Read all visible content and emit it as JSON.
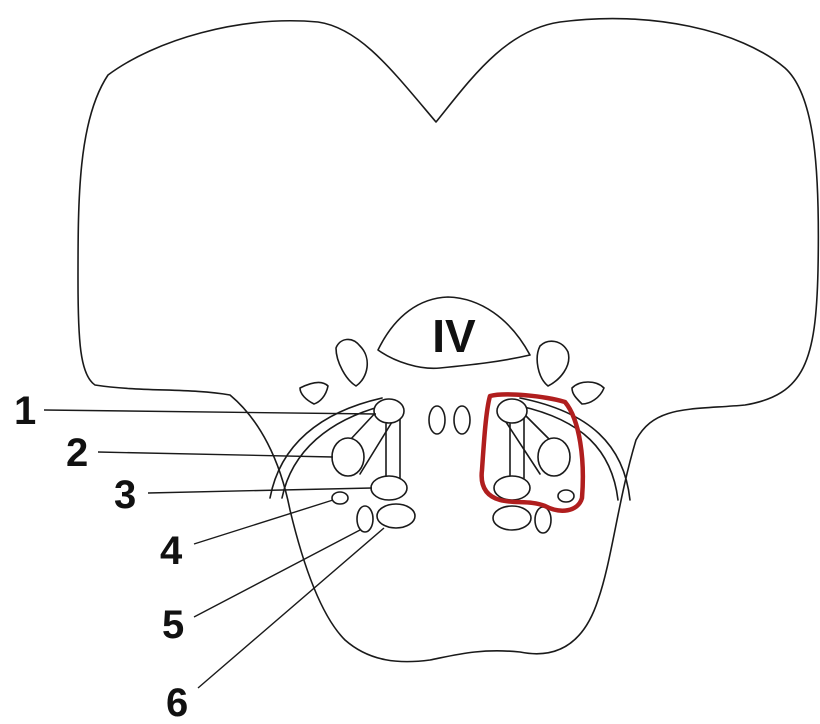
{
  "ventricle_label": "IV",
  "labels": [
    {
      "id": "1",
      "text": "1"
    },
    {
      "id": "2",
      "text": "2"
    },
    {
      "id": "3",
      "text": "3"
    },
    {
      "id": "4",
      "text": "4"
    },
    {
      "id": "5",
      "text": "5"
    },
    {
      "id": "6",
      "text": "6"
    }
  ],
  "colors": {
    "line": "#1a1a1a",
    "highlight": "#b01e1e",
    "background": "#ffffff"
  }
}
